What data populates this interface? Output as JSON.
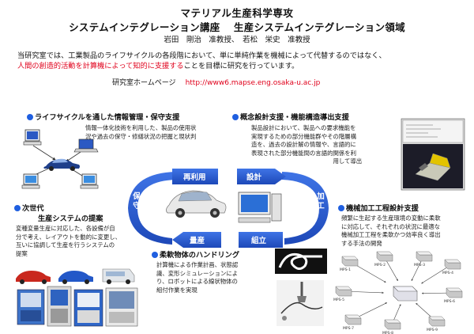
{
  "header": {
    "title_line1": "マテリアル生産科学専攻",
    "title_line2": "システムインテグレーション講座　 生産システムインテグレーション領域",
    "authors": "岩田　剛治　准教授、　若松　栄史　准教授"
  },
  "intro": {
    "line1": "当研究室では、工業製品のライフサイクルの各段階において、単に単純作業を機械によって代替するのではなく、",
    "line2_red": "人間の創造的活動を計算機によって知的に支援する",
    "line2_rest": "ことを目標に研究を行っています。"
  },
  "homepage": {
    "label": "研究室ホームページ",
    "url": "http://www6.mapse.eng.osaka-u.ac.jp"
  },
  "sections": {
    "lifecycle": {
      "title": "ライフサイクルを通した情報管理・保守支援",
      "body": "情報一体化技術を利用した、製品の使用状\n況や過去の保守・修繕状況の把握と現状判\n断"
    },
    "concept": {
      "title": "概念設計支援・機能構造導出支援",
      "body": "製品設計において、製品への要求機能を\n実現するための部分機能群やその階層構\n造を、過去の設計解の情報や、言語的に\n表現された部分機能間の言語的関係を利\n　　　　　　　　　　　　　　用して導出"
    },
    "nextgen": {
      "title_line1": "次世代",
      "title_line2": "生産システムの提案",
      "body": "変種変量生産に対応した、各設備が自\n分で考え、レイアウトを動的に変更し、\n互いに協調して生産を行うシステムの\n提案"
    },
    "machining": {
      "title": "機械加工工程設計支援",
      "body": "頻繁に生起する生産環境の変動に柔軟\nに対応して、それぞれの状況に最適な\n機械加工工程を柔軟かつ効率良く導出\nする手法の開発"
    },
    "flexible": {
      "title": "柔軟物体のハンドリング",
      "body": "計算機による作業計画、状態認\n識、変形シミュレーションによ\nり、ロボットによる線状物体の\n組付作業を実現"
    }
  },
  "cycle": {
    "reuse": "再利用",
    "design": "設計",
    "maintenance": "保守",
    "machining": "加工",
    "mass_production": "量産",
    "assembly": "組立"
  },
  "mps_labels": [
    "MPS-1",
    "MPS-2",
    "MPS-3",
    "MPS-4",
    "MPS-5",
    "MPS-6",
    "MPS-7",
    "MPS-8",
    "MPS-9"
  ],
  "colors": {
    "accent_blue": "#1f5fe0",
    "highlight_red": "#e0001b",
    "cycle_blue": "#2f5fd0"
  }
}
